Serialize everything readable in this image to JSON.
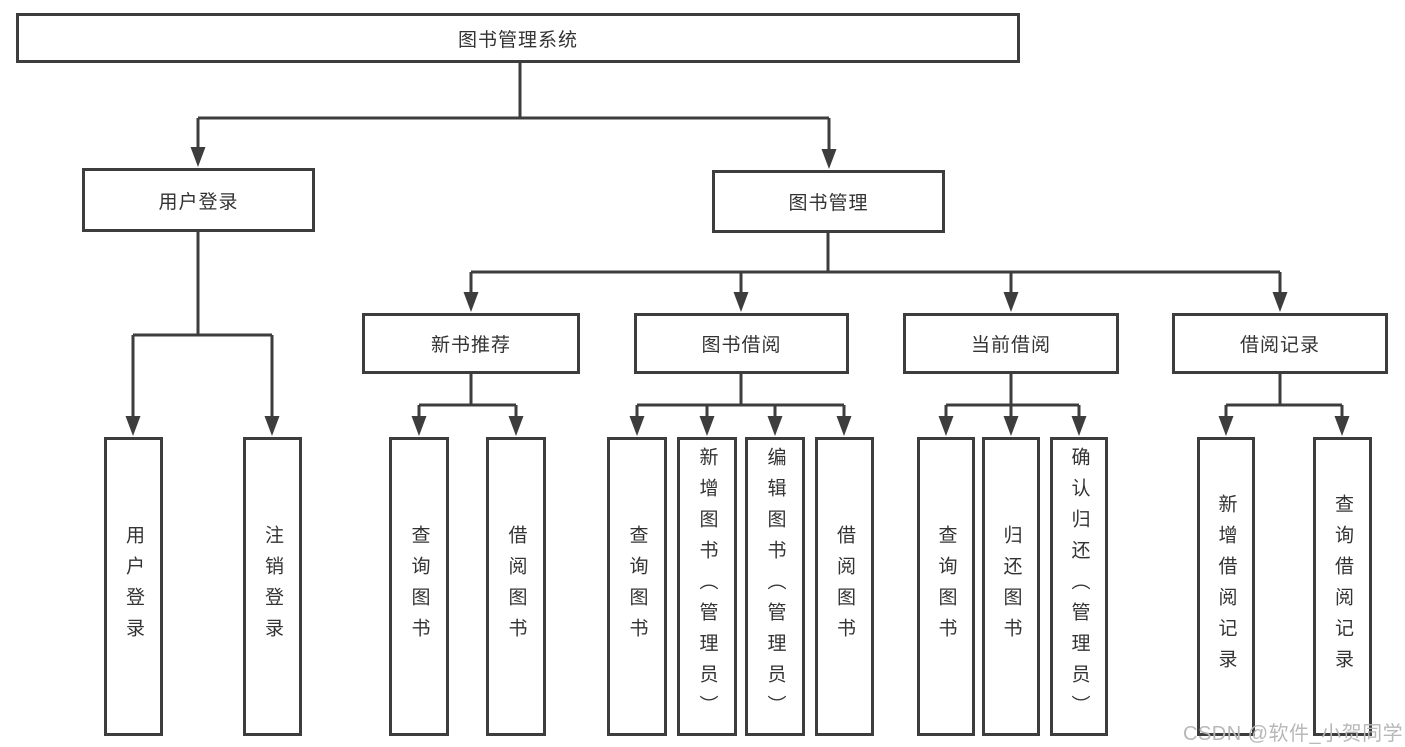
{
  "tree": {
    "label": "图书管理系统",
    "children": [
      {
        "label": "用户登录",
        "children": [
          {
            "label": "用户登录"
          },
          {
            "label": "注销登录"
          }
        ]
      },
      {
        "label": "图书管理",
        "children": [
          {
            "label": "新书推荐",
            "children": [
              {
                "label": "查询图书"
              },
              {
                "label": "借阅图书"
              }
            ]
          },
          {
            "label": "图书借阅",
            "children": [
              {
                "label": "查询图书"
              },
              {
                "label": "新增图书（管理员）"
              },
              {
                "label": "编辑图书（管理员）"
              },
              {
                "label": "借阅图书"
              }
            ]
          },
          {
            "label": "当前借阅",
            "children": [
              {
                "label": "查询图书"
              },
              {
                "label": "归还图书"
              },
              {
                "label": "确认归还（管理员）"
              }
            ]
          },
          {
            "label": "借阅记录",
            "children": [
              {
                "label": "新增借阅记录"
              },
              {
                "label": "查询借阅记录"
              }
            ]
          }
        ]
      }
    ]
  },
  "watermark": "CSDN @软件_小贺同学",
  "colors": {
    "line": "#3d3d3d",
    "text": "#333333",
    "watermark": "#b8b8b8",
    "background": "#ffffff"
  }
}
